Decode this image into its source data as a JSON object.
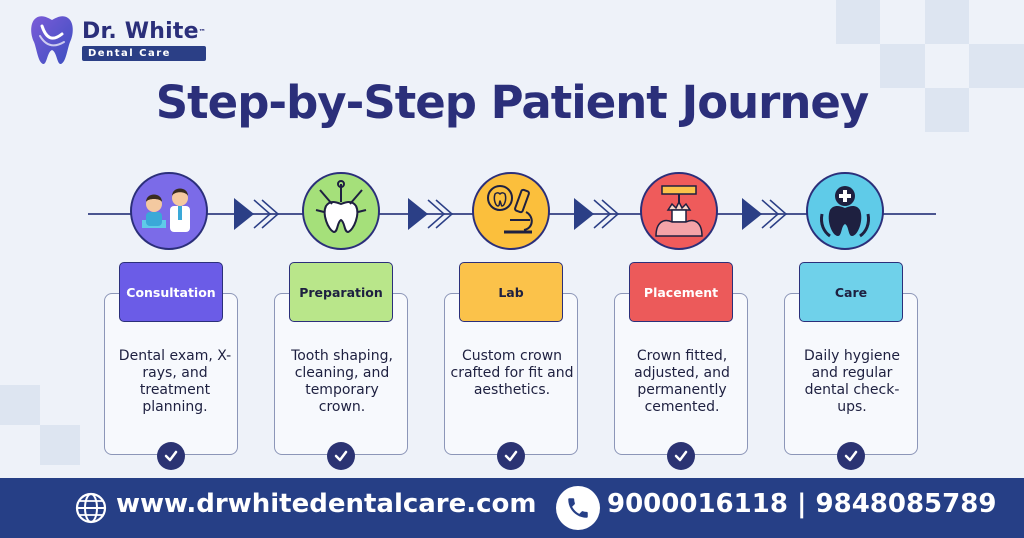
{
  "brand": {
    "name": "Dr. White",
    "tm": "™",
    "subtitle": "Dental Care"
  },
  "title": "Step-by-Step Patient Journey",
  "steps": [
    {
      "label": "Consultation",
      "description": "Dental exam, X-rays, and treatment planning.",
      "color": "#6b5ce7",
      "text_color": "#ffffff",
      "icon": "dentist-patient-icon",
      "icon_bg": "#7b6be8"
    },
    {
      "label": "Preparation",
      "description": "Tooth shaping, cleaning, and temporary crown.",
      "color": "#b9e68a",
      "text_color": "#1e2040",
      "icon": "dental-tools-icon",
      "icon_bg": "#a5e07a"
    },
    {
      "label": "Lab",
      "description": "Custom crown crafted for fit and aesthetics.",
      "color": "#fbc24a",
      "text_color": "#1e2040",
      "icon": "microscope-tooth-icon",
      "icon_bg": "#fbbf3c"
    },
    {
      "label": "Placement",
      "description": "Crown fitted, adjusted, and permanently cemented.",
      "color": "#ec5a5a",
      "text_color": "#ffffff",
      "icon": "crown-placement-icon",
      "icon_bg": "#ef5b5b"
    },
    {
      "label": "Care",
      "description": "Daily hygiene and regular dental check-ups.",
      "color": "#6fd1ea",
      "text_color": "#1e2040",
      "icon": "tooth-care-icon",
      "icon_bg": "#5fcbe8"
    }
  ],
  "footer": {
    "website": "www.drwhitedentalcare.com",
    "phones": "9000016118 | 9848085789"
  },
  "colors": {
    "navy": "#2b2f7a",
    "footer_bg": "#263f86",
    "background": "#eef2f9"
  }
}
